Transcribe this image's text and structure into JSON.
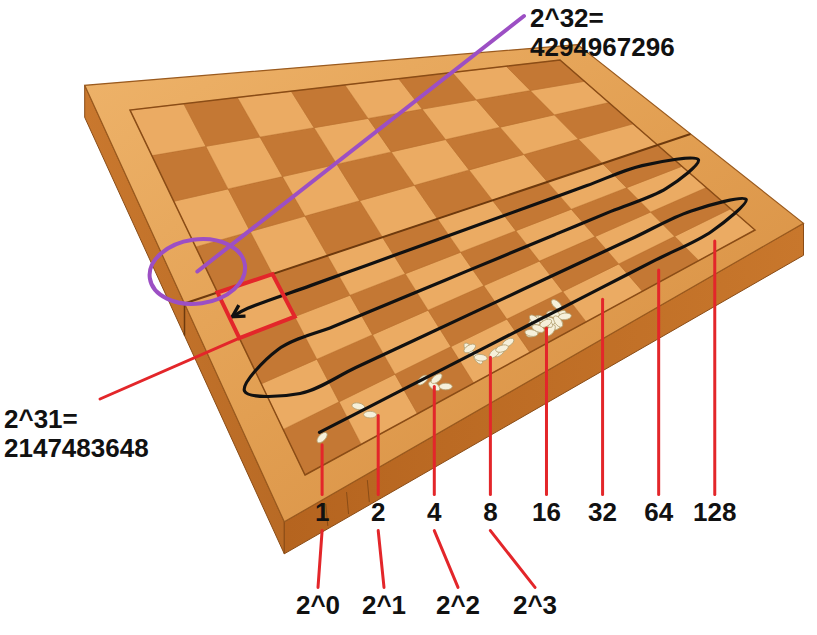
{
  "diagram": {
    "labels": [
      "2^32= 4294967296",
      "2^31= 2147483648",
      "1",
      "2",
      "4",
      "8",
      "16",
      "32",
      "64",
      "128",
      "2^0",
      "2^1",
      "2^2",
      "2^3"
    ]
  }
}
